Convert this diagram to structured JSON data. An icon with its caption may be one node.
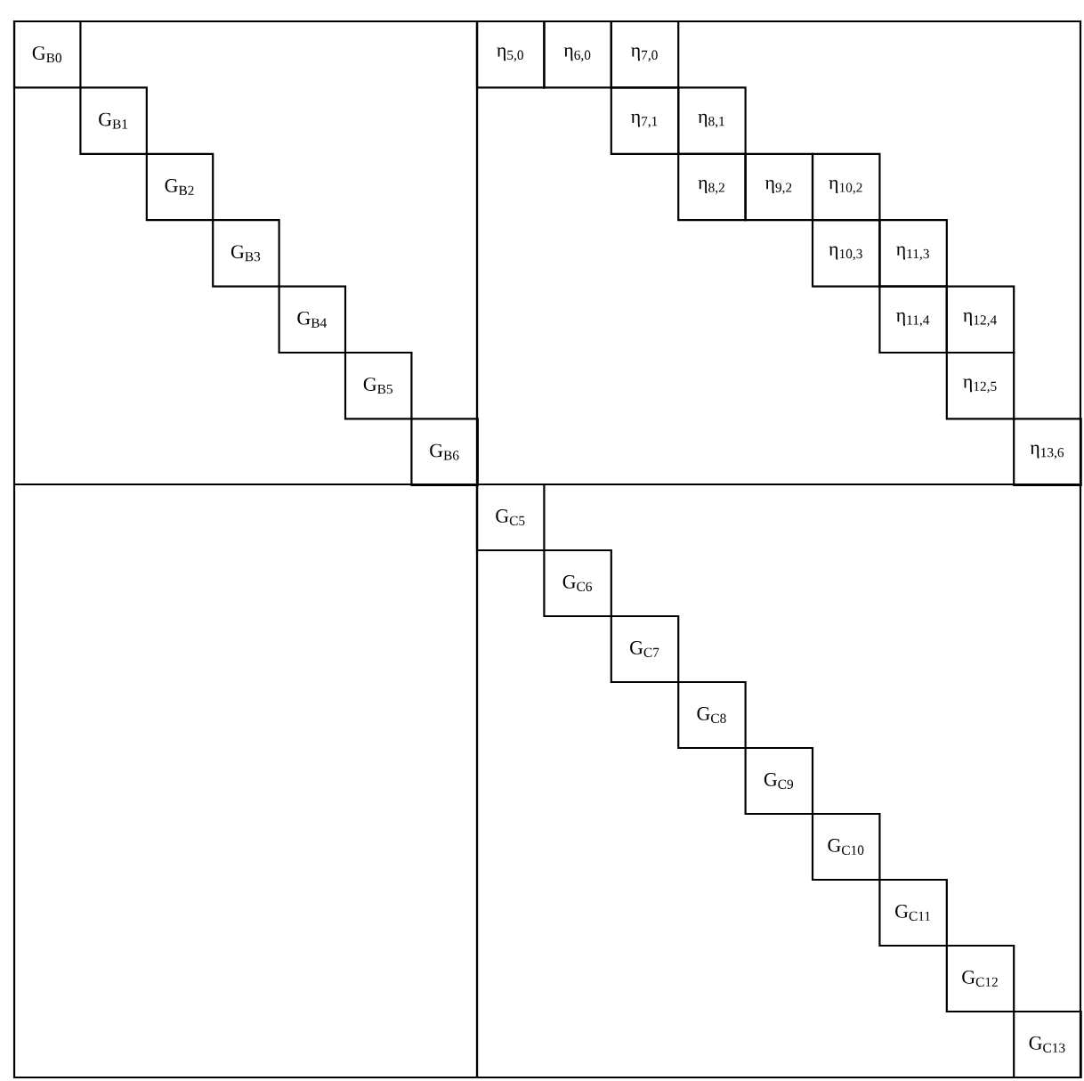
{
  "diagram": {
    "nodes": [
      {
        "text": [],
        "shape": "box"
      },
      {
        "text": [
          "G$_{B0}$"
        ],
        "in": 0
      },
      {
        "text": [
          "G$_{B1}$"
        ],
        "in": 0
      },
      {
        "text": [
          "G$_{B2}$"
        ],
        "in": 0
      },
      {
        "text": [
          "G$_{B3}$"
        ],
        "in": 0
      },
      {
        "text": [
          "G$_{B4}$"
        ],
        "in": 0
      },
      {
        "text": [
          "G$_{B5}$"
        ],
        "in": 0
      },
      {
        "text": [
          "G$_{B6}$"
        ],
        "in": 0
      },
      {
        "text": [],
        "shape": "box"
      },
      {
        "text": [
          "η$_{5,0}$"
        ],
        "in": 8
      },
      {
        "text": [
          "η$_{6,0}$"
        ],
        "in": 8
      },
      {
        "text": [
          "η$_{7,0}$"
        ],
        "in": 8
      },
      {
        "text": [
          "η$_{7,1}$"
        ],
        "in": 8
      },
      {
        "text": [
          "η$_{8,1}$"
        ],
        "in": 8
      },
      {
        "text": [
          "η$_{8,2}$"
        ],
        "in": 8
      },
      {
        "text": [
          "η$_{9,2}$"
        ],
        "in": 8
      },
      {
        "text": [
          "η$_{10,2}$"
        ],
        "in": 8
      },
      {
        "text": [
          "η$_{10,3}$"
        ],
        "in": 8
      },
      {
        "text": [
          "η$_{11,3}$"
        ],
        "in": 8
      },
      {
        "text": [
          "η$_{11,4}$"
        ],
        "in": 8
      },
      {
        "text": [
          "η$_{12,4}$"
        ],
        "in": 8
      },
      {
        "text": [
          "η$_{12,5}$"
        ],
        "in": 8
      },
      {
        "text": [
          "η$_{13,6}$"
        ],
        "in": 8
      },
      {
        "text": [],
        "shape": "box"
      },
      {
        "text": [],
        "shape": "box"
      },
      {
        "text": [
          "G$_{C5}$"
        ],
        "in": 24
      },
      {
        "text": [
          "G$_{C6}$"
        ],
        "in": 24
      },
      {
        "text": [
          "G$_{C7}$"
        ],
        "in": 24
      },
      {
        "text": [
          "G$_{C8}$"
        ],
        "in": 24
      },
      {
        "text": [
          "G$_{C9}$"
        ],
        "in": 24
      },
      {
        "text": [
          "G$_{C10}$"
        ],
        "in": 24
      },
      {
        "text": [
          "G$_{C11}$"
        ],
        "in": 24
      },
      {
        "text": [
          "G$_{C12}$"
        ],
        "in": 24
      },
      {
        "text": [
          "G$_{C13}$"
        ],
        "in": 24
      }
    ]
  }
}
